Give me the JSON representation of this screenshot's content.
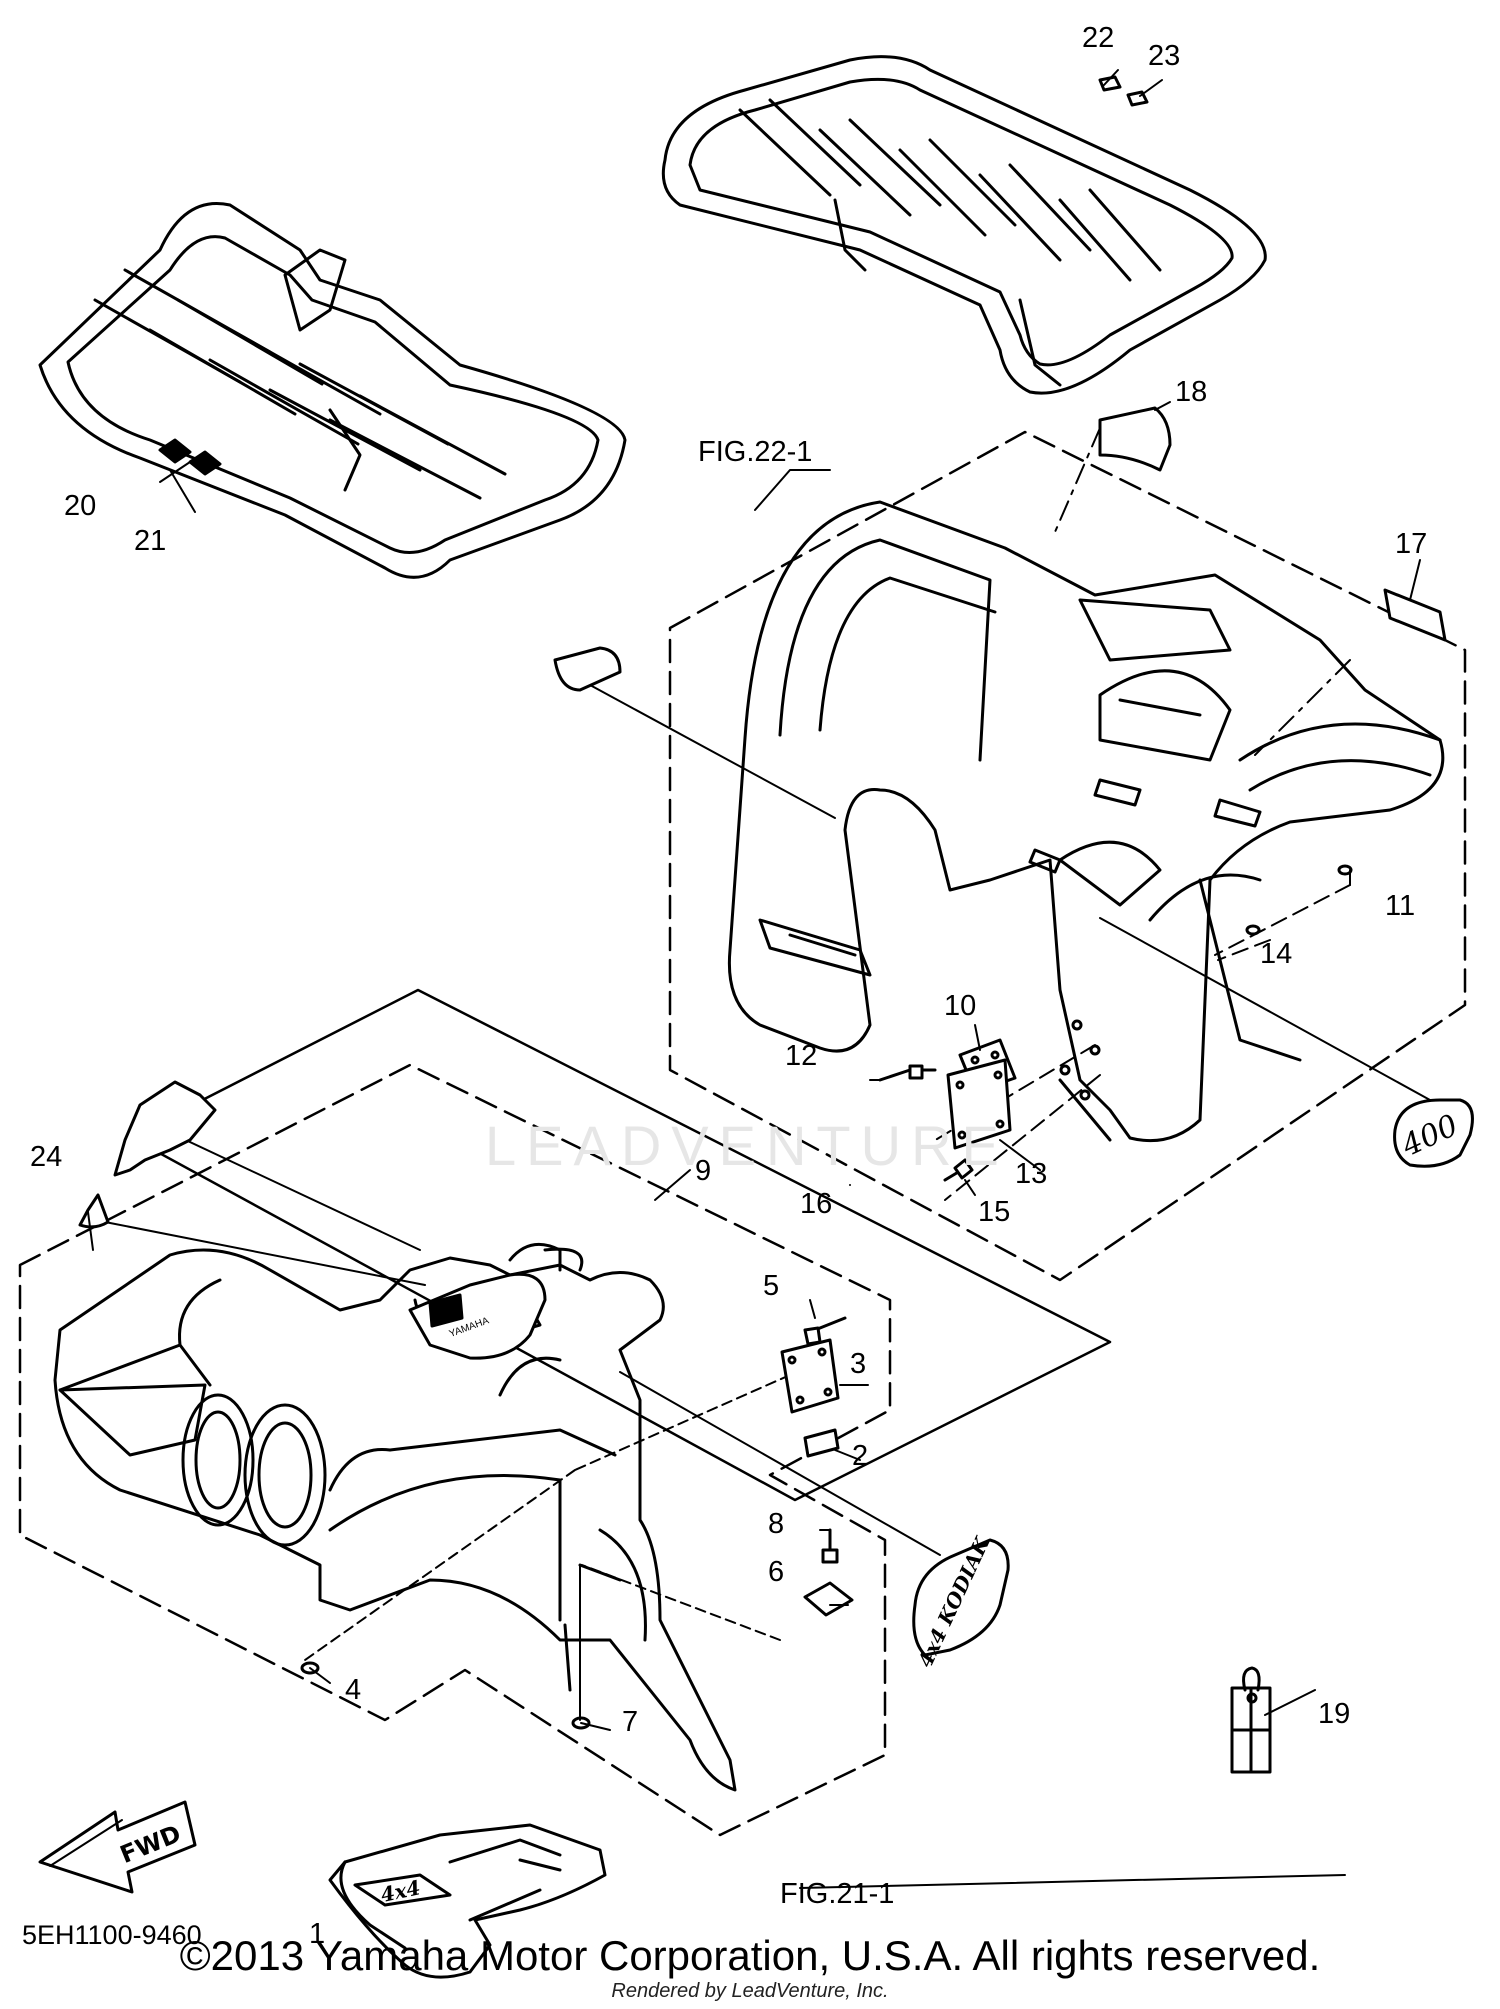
{
  "diagram_code": "5EH1100-9460",
  "copyright": "©2013 Yamaha Motor Corporation, U.S.A. All rights reserved.",
  "rendered_by": "Rendered by LeadVenture, Inc.",
  "watermark": "LEADVENTURE",
  "figure_refs": {
    "rear": "FIG.22-1",
    "front": "FIG.21-1"
  },
  "decals": {
    "front_mark": "FWD",
    "front_badge": "4x4",
    "rear_badge": "400",
    "front_fender_badge": "4x4 KODIAK",
    "tank_logo": "YAMAHA"
  },
  "callouts": [
    "1",
    "2",
    "3",
    "4",
    "5",
    "6",
    "7",
    "8",
    "9",
    "10",
    "11",
    "12",
    "13",
    "14",
    "15",
    "16",
    "17",
    "18",
    "19",
    "20",
    "21",
    "22",
    "23",
    "24"
  ]
}
